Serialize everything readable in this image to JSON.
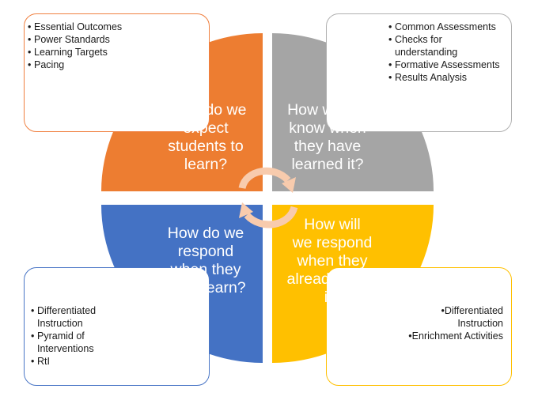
{
  "quadrants": {
    "top_left": {
      "question_lines": [
        "What do we",
        "expect",
        "students to",
        "learn?"
      ],
      "bullets": [
        "Essential Outcomes",
        "Power Standards",
        "Learning Targets",
        "Pacing"
      ],
      "fill": "#ED7D31",
      "border": "#F08040"
    },
    "top_right": {
      "question_lines": [
        "How will we",
        "know when",
        "they have",
        "learned it?"
      ],
      "bullets": [
        "Common Assessments",
        "Checks for understanding",
        "Formative Assessments",
        "Results Analysis"
      ],
      "fill": "#A5A5A5",
      "border": "#B0B0B0"
    },
    "bottom_left": {
      "question_lines": [
        "How do we",
        "respond",
        "when they",
        "don't learn?"
      ],
      "bullets": [
        "Differentiated Instruction",
        "Pyramid of Interventions",
        "RtI"
      ],
      "fill": "#4472C4",
      "border": "#4A76C6"
    },
    "bottom_right": {
      "question_lines": [
        "How will",
        "we respond",
        "when they",
        "already know",
        "it?"
      ],
      "bullets": [
        "Differentiated Instruction",
        "Enrichment Activities"
      ],
      "fill": "#FFC000",
      "border": "#FFC000"
    }
  },
  "bullet_char": "•",
  "center_arrow_color": "#F8CBAD"
}
